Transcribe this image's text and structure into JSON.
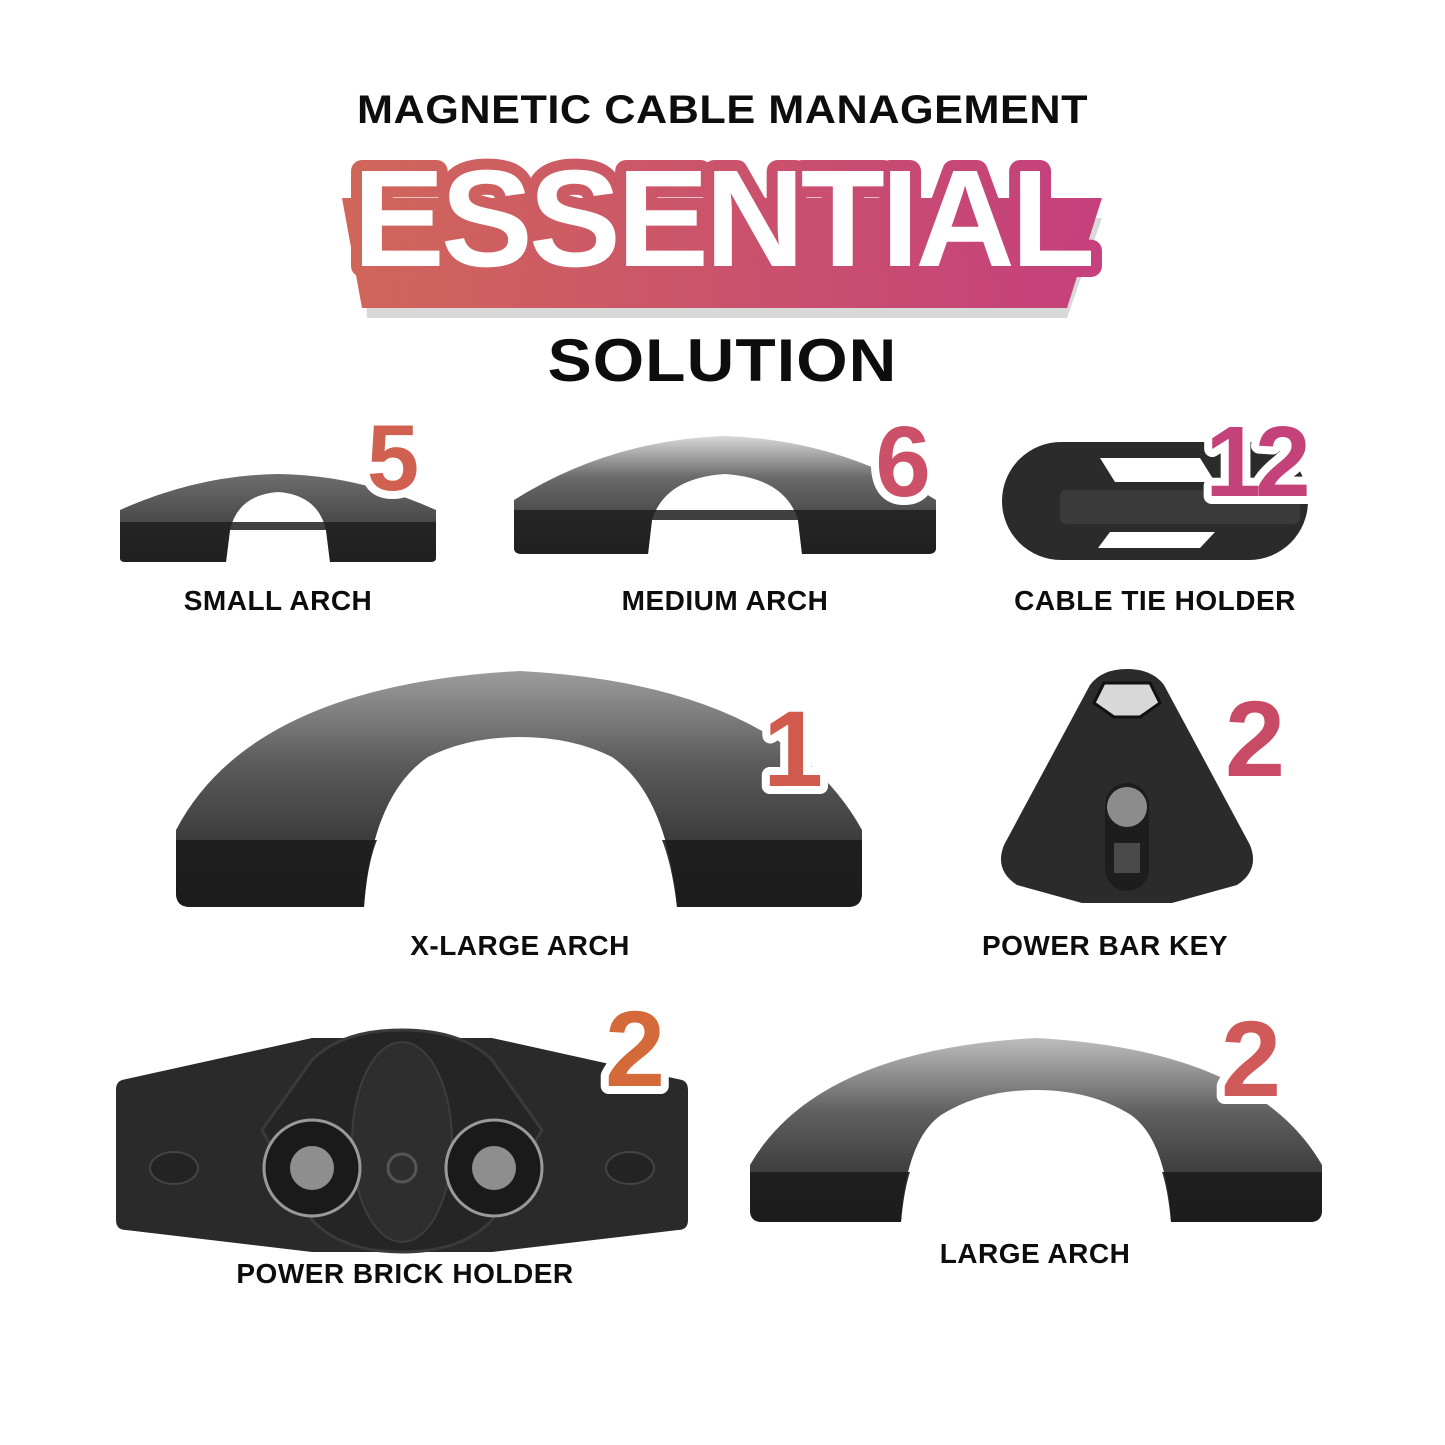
{
  "header": {
    "subtitle": "MAGNETIC CABLE MANAGEMENT",
    "hero_word": "ESSENTIAL",
    "tagline": "SOLUTION",
    "gradient": {
      "start": "#d0625a",
      "end": "#c5427c"
    },
    "extrusion_shadow": "#d8d8d8"
  },
  "products": [
    {
      "id": "small-arch",
      "name": "SMALL ARCH",
      "quantity": "5",
      "badge_color": "#d0604f"
    },
    {
      "id": "medium-arch",
      "name": "MEDIUM ARCH",
      "quantity": "6",
      "badge_color": "#cc5068"
    },
    {
      "id": "cable-tie-holder",
      "name": "CABLE TIE HOLDER",
      "quantity": "12",
      "badge_color": "#c4427a"
    },
    {
      "id": "x-large-arch",
      "name": "X-LARGE ARCH",
      "quantity": "1",
      "badge_color": "#d05a4e"
    },
    {
      "id": "power-bar-key",
      "name": "POWER BAR KEY",
      "quantity": "2",
      "badge_color": "#c94a65"
    },
    {
      "id": "power-brick-holder",
      "name": "POWER BRICK HOLDER",
      "quantity": "2",
      "badge_color": "#d46a3a"
    },
    {
      "id": "large-arch",
      "name": "LARGE ARCH",
      "quantity": "2",
      "badge_color": "#d05a5a"
    }
  ],
  "icons": {
    "arch": "arch-product-icon",
    "cable_tie_holder": "cable-tie-holder-icon",
    "power_bar_key": "power-bar-key-icon",
    "power_brick_holder": "power-brick-holder-icon"
  }
}
